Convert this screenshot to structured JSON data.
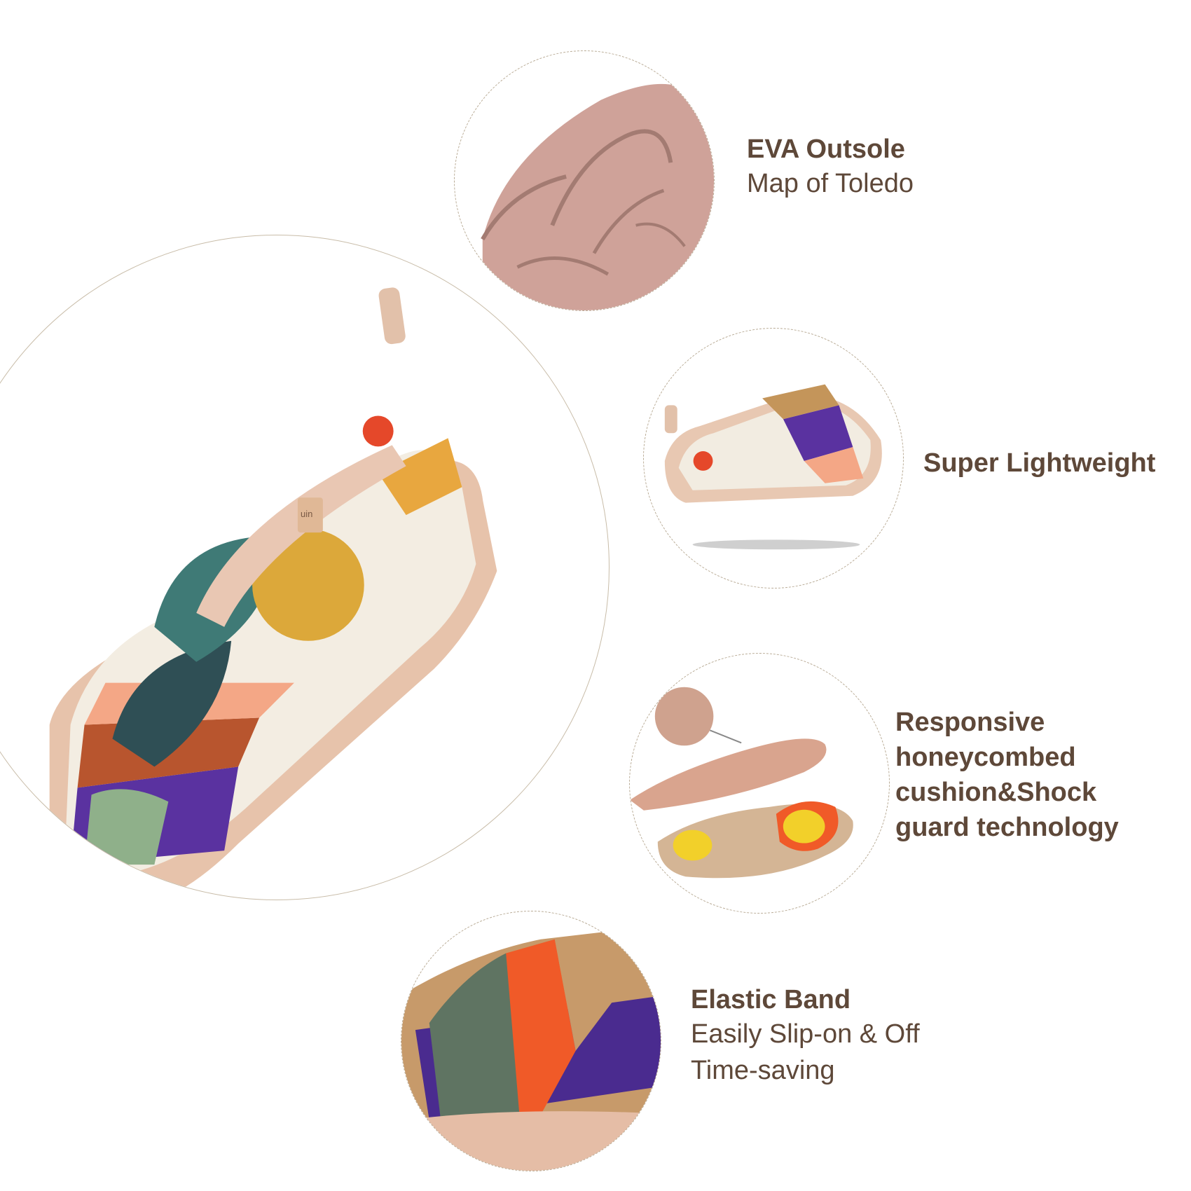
{
  "colors": {
    "text": "#5e4839",
    "circle_border": "#b8aa94",
    "sole": "#dcb49c",
    "purple": "#5a32a0",
    "orange": "#f05a28",
    "mustard": "#dca83a",
    "teal": "#3f7a76"
  },
  "hero": {
    "brand_tag": "uin",
    "image_name": "slip-on-canvas-shoe"
  },
  "features": [
    {
      "icon": "eva-outsole-image",
      "title": "EVA Outsole",
      "subtitle": [
        "Map of Toledo"
      ]
    },
    {
      "icon": "lightweight-shoe-image",
      "title": "Super Lightweight",
      "subtitle": []
    },
    {
      "icon": "insole-image",
      "title_lines": [
        "Responsive",
        "honeycombed",
        "cushion&Shock",
        "guard technology"
      ],
      "subtitle": []
    },
    {
      "icon": "elastic-band-image",
      "title": "Elastic Band",
      "subtitle": [
        "Easily Slip-on & Off",
        "Time-saving"
      ]
    }
  ]
}
